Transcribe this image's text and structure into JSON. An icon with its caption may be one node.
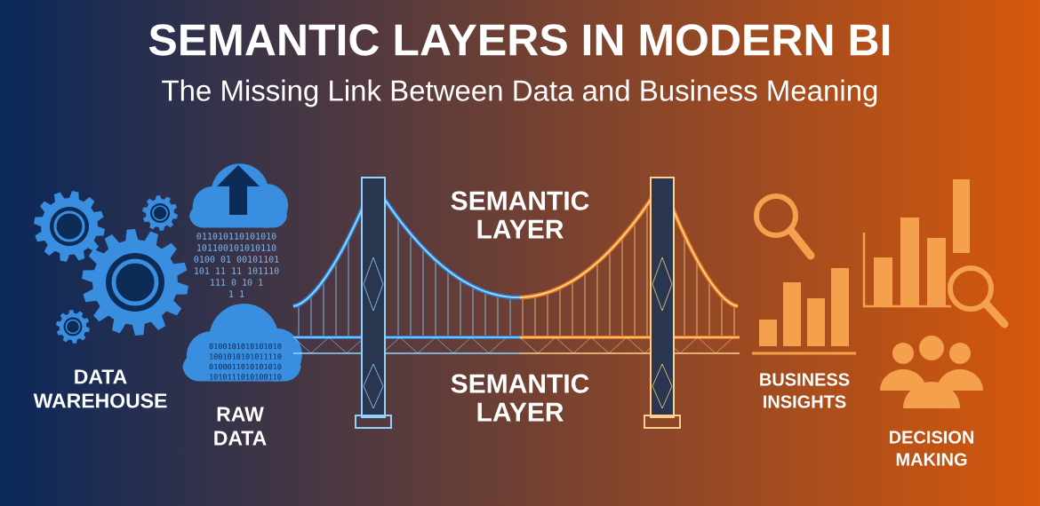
{
  "diagram": {
    "title": "SEMANTIC LAYERS IN MODERN BI",
    "labels": [
      "The Missing Link Between Data and Business Meaning",
      "011010110101010",
      "101100101010110",
      "0100 01 00101101",
      "101 11 11 101110",
      "111  0  10  1",
      "1  1",
      "SEMANTIC LAYER",
      "0100101010101010",
      "1001010101011110",
      "0100011010101010",
      "1010111010100110",
      "DATA WAREHOUSE",
      "SEMANTIC LAYER",
      "BUSINESS INSIGHTS",
      "RAW DATA",
      "DECISION MAKING"
    ]
  }
}
